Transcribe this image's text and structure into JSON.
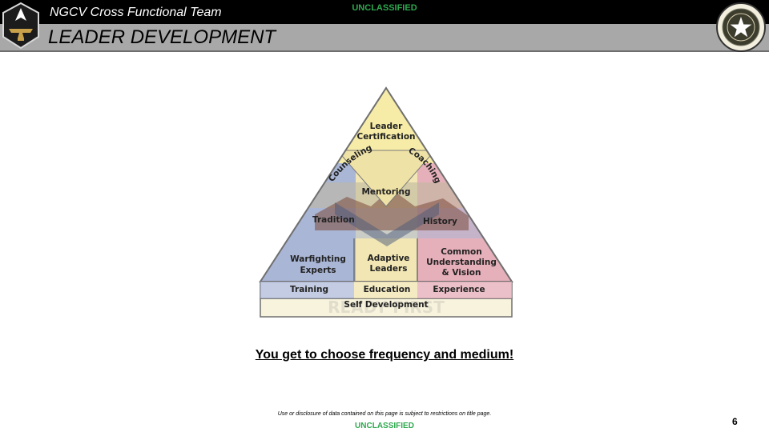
{
  "header": {
    "team_title": "NGCV Cross Functional Team",
    "classification": "UNCLASSIFIED",
    "section_title": "LEADER DEVELOPMENT"
  },
  "pyramid": {
    "apex": {
      "line1": "Leader",
      "line2": "Certification"
    },
    "counseling": "Counseling",
    "coaching": "Coaching",
    "mentoring": "Mentoring",
    "tradition": "Tradition",
    "history": "History",
    "warfighting": {
      "line1": "Warfighting",
      "line2": "Experts"
    },
    "adaptive": {
      "line1": "Adaptive",
      "line2": "Leaders"
    },
    "common": {
      "line1": "Common",
      "line2": "Understanding",
      "line3": "& Vision"
    },
    "base_row": {
      "training": "Training",
      "education": "Education",
      "experience": "Experience"
    },
    "foundation": "Self Development",
    "watermark": "READY FIRST"
  },
  "tagline": "You get to choose frequency and medium!",
  "footer": {
    "disclaimer": "Use or disclosure of data contained on this page is subject to restrictions on title page.",
    "classification": "UNCLASSIFIED",
    "page_number": "6"
  },
  "colors": {
    "topbar": "#000000",
    "titlebar": "#a8a8a8",
    "classification": "#2fa84f",
    "apex": "#f6eca8",
    "band_blue": "#a9b6d6",
    "band_tan": "#f1e6b4",
    "band_rose": "#e6b0ba",
    "foundation": "#f7f3dc"
  }
}
